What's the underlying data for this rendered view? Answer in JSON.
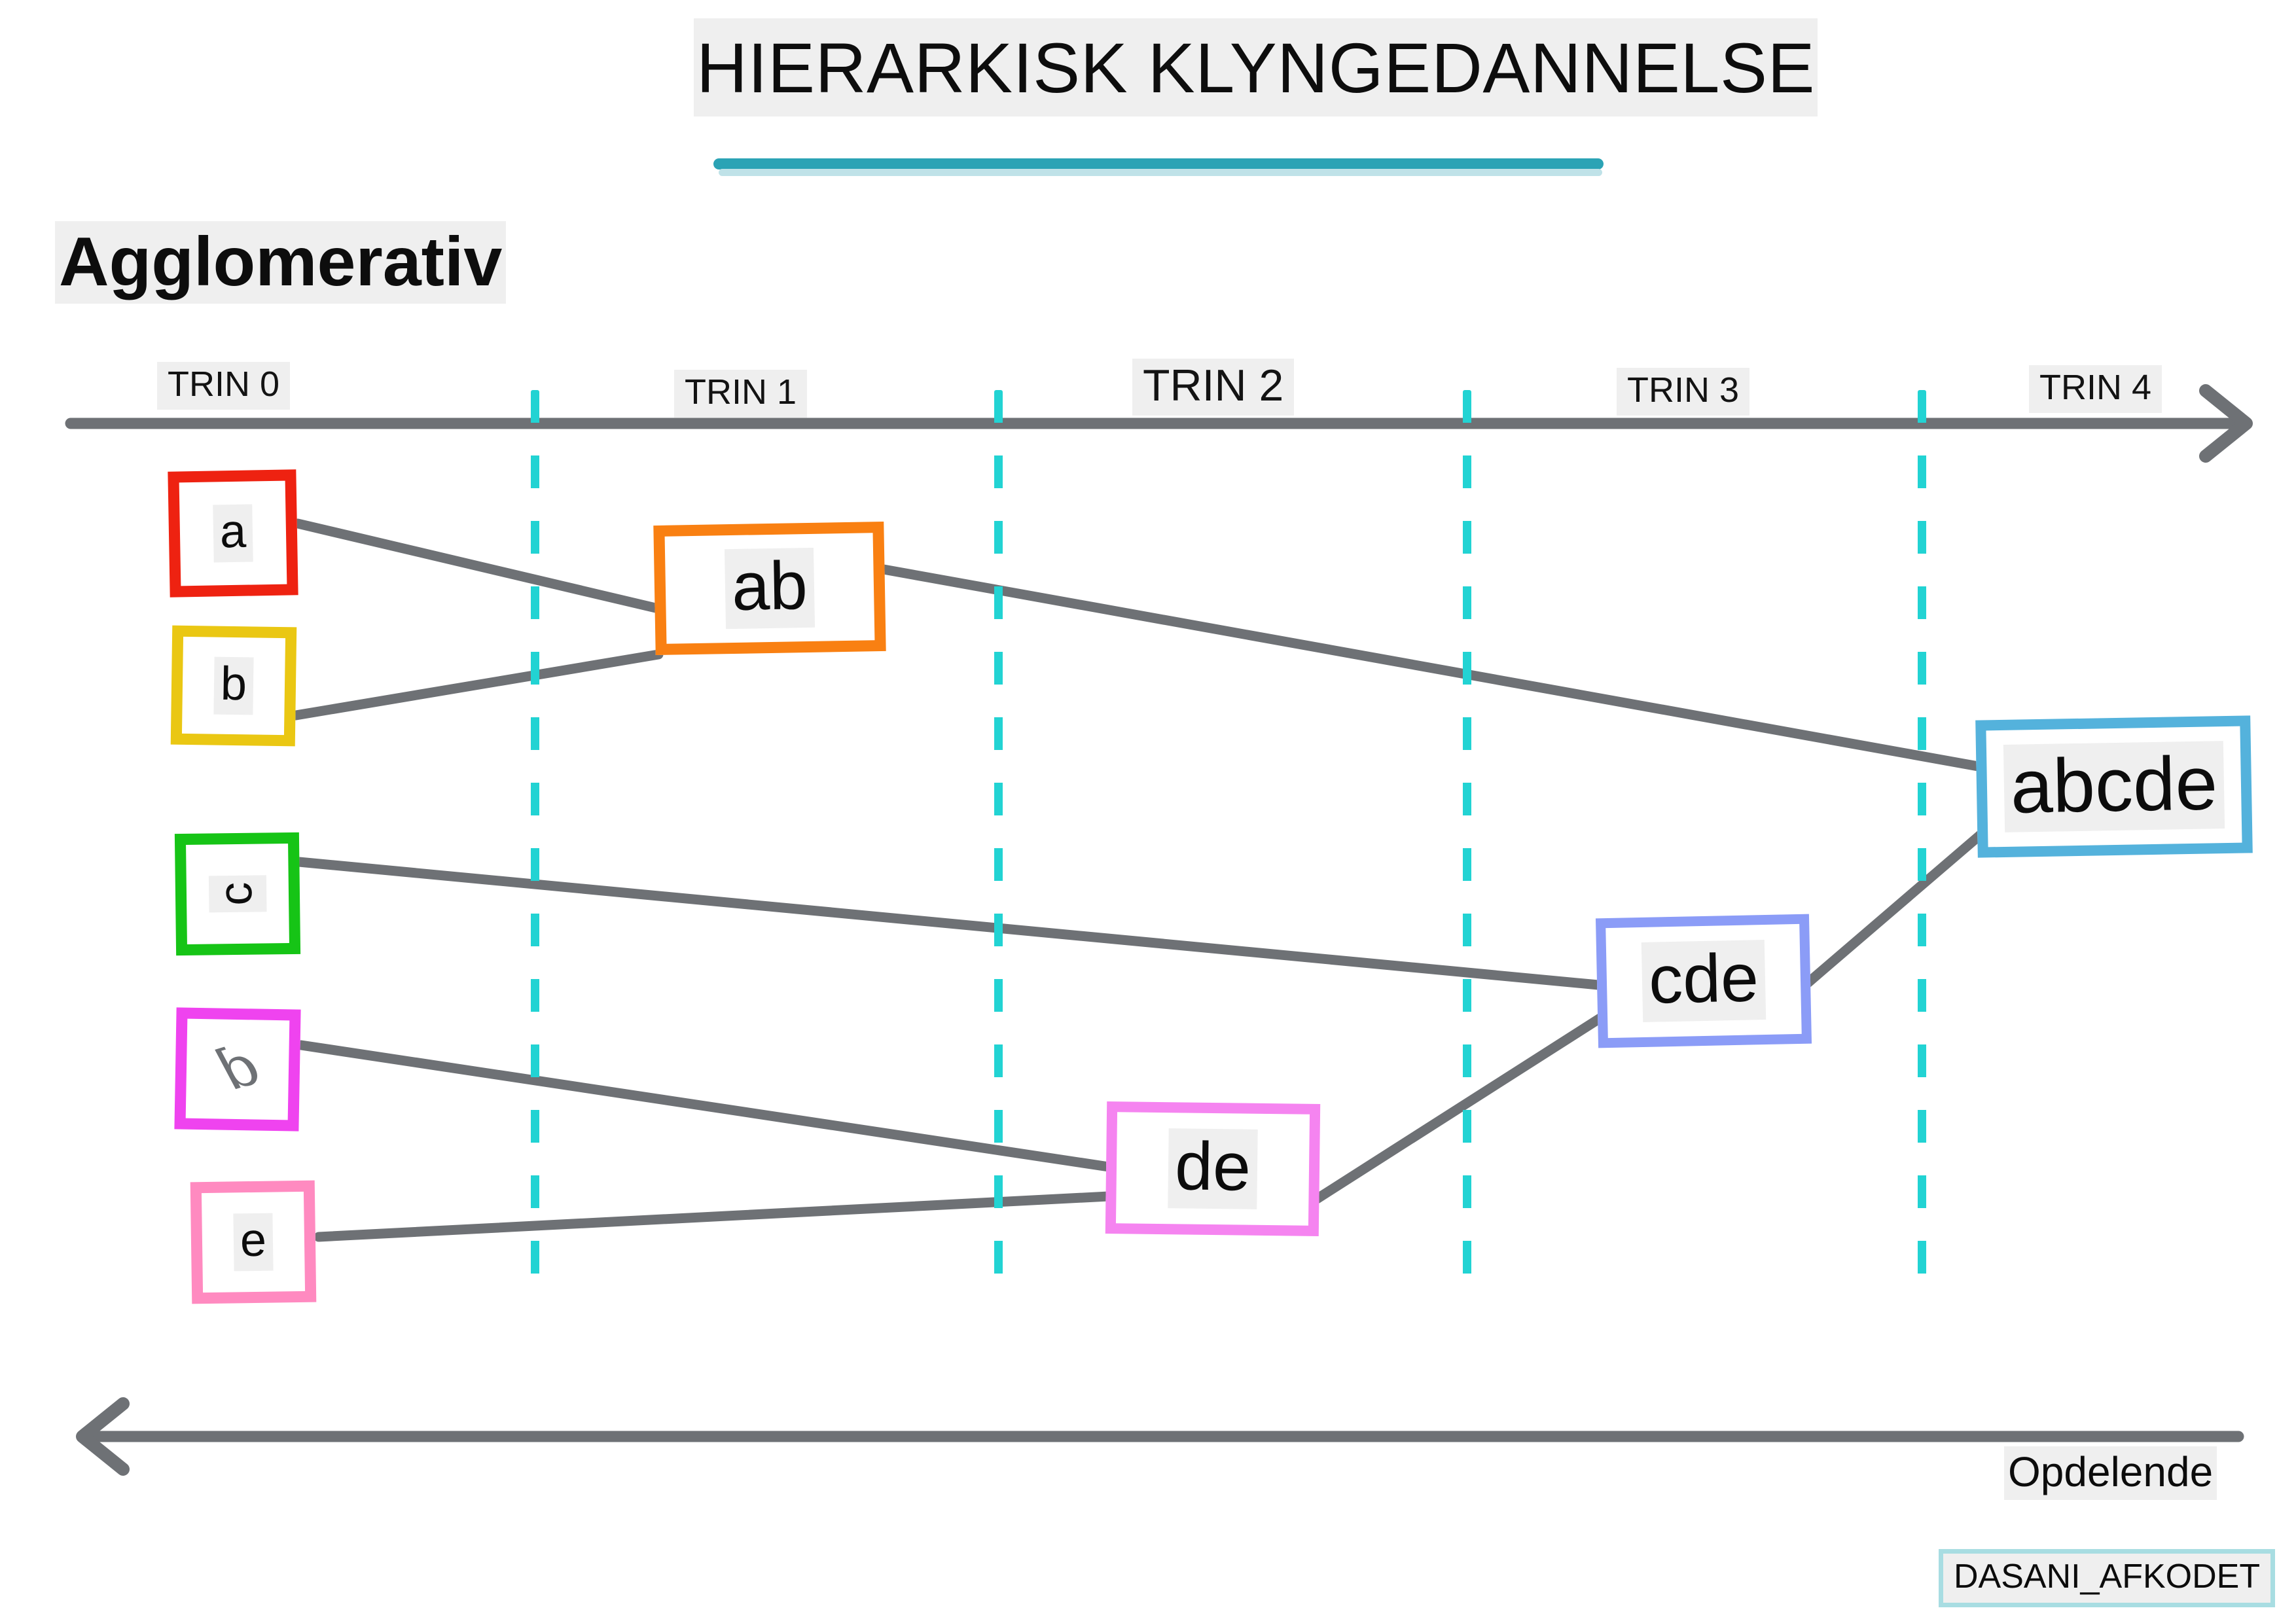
{
  "title": {
    "text": "HIERARKISK KLYNGEDANNELSE",
    "rule_color": "#2ba3b5"
  },
  "direction_labels": {
    "top": "Agglomerativ",
    "bottom": "Opdelende"
  },
  "footer": {
    "tag": "DASANI_AFKODET",
    "tag_border_color": "#a8dde2"
  },
  "axis": {
    "top_arrow": "arrow-right-icon",
    "bottom_arrow": "arrow-left-icon",
    "axis_color": "#6e7175",
    "separator_color": "#22d3d3",
    "steps": [
      {
        "label": "TRIN 0",
        "emphasis": false
      },
      {
        "label": "TRIN 1",
        "emphasis": false
      },
      {
        "label": "TRIN 2",
        "emphasis": true
      },
      {
        "label": "TRIN 3",
        "emphasis": false
      },
      {
        "label": "TRIN 4",
        "emphasis": false
      }
    ]
  },
  "chart_data": {
    "type": "diagram",
    "subtype": "dendrogram",
    "title": "HIERARKISK KLYNGEDANNELSE",
    "step_labels": [
      "TRIN 0",
      "TRIN 1",
      "TRIN 2",
      "TRIN 3",
      "TRIN 4"
    ],
    "nodes": [
      {
        "id": "a",
        "label": "a",
        "step": 0,
        "border_color": "#ee2211"
      },
      {
        "id": "b",
        "label": "b",
        "step": 0,
        "border_color": "#eac713"
      },
      {
        "id": "c",
        "label": "c",
        "step": 0,
        "border_color": "#16c416"
      },
      {
        "id": "d",
        "label": "d",
        "step": 0,
        "border_color": "#ef43ef"
      },
      {
        "id": "e",
        "label": "e",
        "step": 0,
        "border_color": "#ff8ac0"
      },
      {
        "id": "ab",
        "label": "ab",
        "step": 1,
        "border_color": "#f98012"
      },
      {
        "id": "de",
        "label": "de",
        "step": 2,
        "border_color": "#f584f0"
      },
      {
        "id": "cde",
        "label": "cde",
        "step": 3,
        "border_color": "#8b9cf7"
      },
      {
        "id": "abcde",
        "label": "abcde",
        "step": 4,
        "border_color": "#54b2dc"
      }
    ],
    "merges": [
      {
        "from": [
          "a",
          "b"
        ],
        "to": "ab",
        "step": 1
      },
      {
        "from": [
          "d",
          "e"
        ],
        "to": "de",
        "step": 2
      },
      {
        "from": [
          "c",
          "de"
        ],
        "to": "cde",
        "step": 3
      },
      {
        "from": [
          "ab",
          "cde"
        ],
        "to": "abcde",
        "step": 4
      }
    ],
    "edge_color": "#6e7175"
  },
  "nodes": {
    "a": "a",
    "b": "b",
    "c": "c",
    "d": "d",
    "e": "e",
    "ab": "ab",
    "de": "de",
    "cde": "cde",
    "abcde": "abcde"
  }
}
